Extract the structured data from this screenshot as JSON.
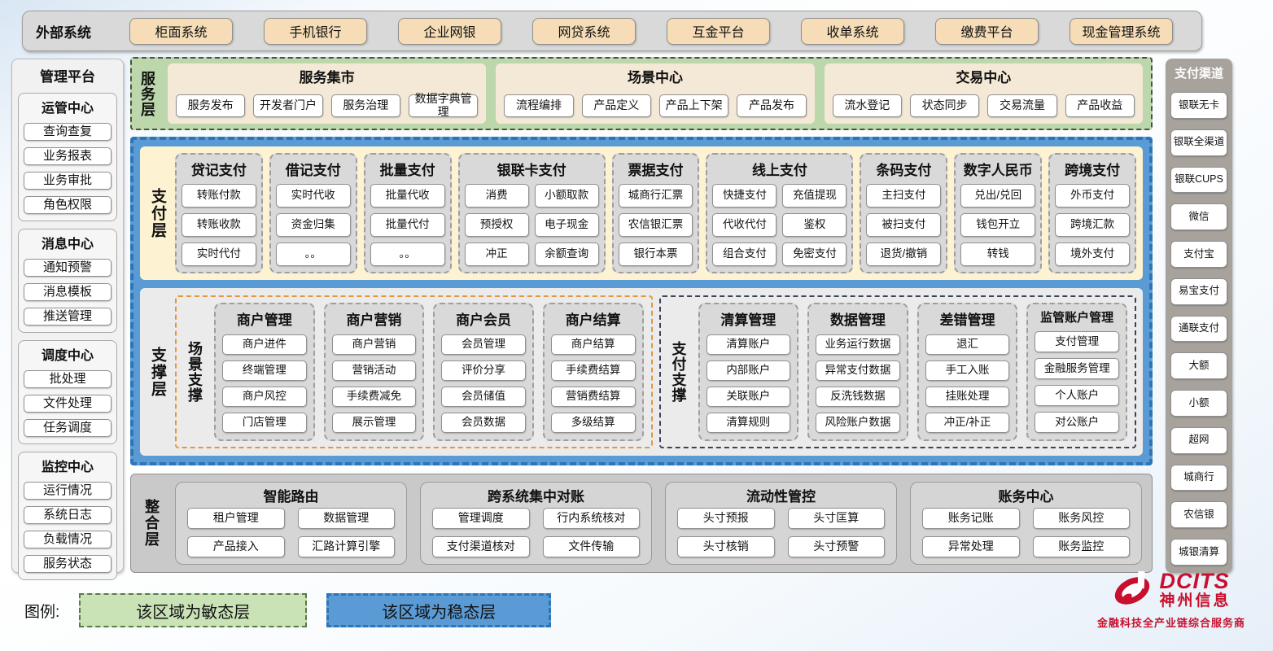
{
  "colors": {
    "agile_green": "#bcd7ab",
    "panel_tan": "#f4e8d6",
    "button_tan": "#f6ddb7",
    "stable_blue": "#5b9bd5",
    "stable_border": "#2e75b6",
    "payment_cream": "#fdf3d2",
    "panel_gray": "#d9d9d9",
    "scene_orange": "#e2973d",
    "paysup_navy": "#39435e",
    "brand_red": "#c8102e"
  },
  "external": {
    "label": "外部系统",
    "systems": [
      "柜面系统",
      "手机银行",
      "企业网银",
      "网贷系统",
      "互金平台",
      "收单系统",
      "缴费平台",
      "现金管理系统"
    ]
  },
  "management": {
    "title": "管理平台",
    "groups": [
      {
        "title": "运管中心",
        "items": [
          "查询查复",
          "业务报表",
          "业务审批",
          "角色权限"
        ]
      },
      {
        "title": "消息中心",
        "items": [
          "通知预警",
          "消息模板",
          "推送管理"
        ]
      },
      {
        "title": "调度中心",
        "items": [
          "批处理",
          "文件处理",
          "任务调度"
        ]
      },
      {
        "title": "监控中心",
        "items": [
          "运行情况",
          "系统日志",
          "负载情况",
          "服务状态"
        ]
      }
    ]
  },
  "service_layer": {
    "label": "服务层",
    "panels": [
      {
        "title": "服务集市",
        "items": [
          "服务发布",
          "开发者门户",
          "服务治理",
          "数据字典管理"
        ]
      },
      {
        "title": "场景中心",
        "items": [
          "流程编排",
          "产品定义",
          "产品上下架",
          "产品发布"
        ]
      },
      {
        "title": "交易中心",
        "items": [
          "流水登记",
          "状态同步",
          "交易流量",
          "产品收益"
        ]
      }
    ]
  },
  "payment_layer": {
    "label": "支付层",
    "columns": [
      {
        "title": "贷记支付",
        "items": [
          "转账付款",
          "转账收款",
          "实时代付"
        ]
      },
      {
        "title": "借记支付",
        "items": [
          "实时代收",
          "资金归集",
          "。。"
        ]
      },
      {
        "title": "批量支付",
        "items": [
          "批量代收",
          "批量代付",
          "。。"
        ]
      },
      {
        "title": "银联卡支付",
        "items": [
          "消费",
          "小额取款",
          "预授权",
          "电子现金",
          "冲正",
          "余额查询"
        ]
      },
      {
        "title": "票据支付",
        "items": [
          "城商行汇票",
          "农信银汇票",
          "银行本票"
        ]
      },
      {
        "title": "线上支付",
        "items": [
          "快捷支付",
          "充值提现",
          "代收代付",
          "鉴权",
          "组合支付",
          "免密支付"
        ]
      },
      {
        "title": "条码支付",
        "items": [
          "主扫支付",
          "被扫支付",
          "退货/撤销"
        ]
      },
      {
        "title": "数字人民币",
        "items": [
          "兑出/兑回",
          "钱包开立",
          "转钱"
        ]
      },
      {
        "title": "跨境支付",
        "items": [
          "外币支付",
          "跨境汇款",
          "境外支付"
        ]
      }
    ]
  },
  "support_layer": {
    "label": "支撑层",
    "groups": [
      {
        "label": "场景支撑",
        "panels": [
          {
            "title": "商户管理",
            "items": [
              "商户进件",
              "终端管理",
              "商户风控",
              "门店管理"
            ]
          },
          {
            "title": "商户营销",
            "items": [
              "商户营销",
              "营销活动",
              "手续费减免",
              "展示管理"
            ]
          },
          {
            "title": "商户会员",
            "items": [
              "会员管理",
              "评价分享",
              "会员储值",
              "会员数据"
            ]
          },
          {
            "title": "商户结算",
            "items": [
              "商户结算",
              "手续费结算",
              "营销费结算",
              "多级结算"
            ]
          }
        ]
      },
      {
        "label": "支付支撑",
        "panels": [
          {
            "title": "清算管理",
            "items": [
              "清算账户",
              "内部账户",
              "关联账户",
              "清算规则"
            ]
          },
          {
            "title": "数据管理",
            "items": [
              "业务运行数据",
              "异常支付数据",
              "反洗钱数据",
              "风险账户数据"
            ]
          },
          {
            "title": "差错管理",
            "items": [
              "退汇",
              "手工入账",
              "挂账处理",
              "冲正/补正"
            ]
          },
          {
            "title": "监管账户管理",
            "items": [
              "支付管理",
              "金融服务管理",
              "个人账户",
              "对公账户"
            ]
          }
        ]
      }
    ]
  },
  "integration_layer": {
    "label": "整合层",
    "panels": [
      {
        "title": "智能路由",
        "items": [
          "租户管理",
          "数据管理",
          "产品接入",
          "汇路计算引擎"
        ]
      },
      {
        "title": "跨系统集中对账",
        "items": [
          "管理调度",
          "行内系统核对",
          "支付渠道核对",
          "文件传输"
        ]
      },
      {
        "title": "流动性管控",
        "items": [
          "头寸预报",
          "头寸匡算",
          "头寸核销",
          "头寸预警"
        ]
      },
      {
        "title": "账务中心",
        "items": [
          "账务记账",
          "账务风控",
          "异常处理",
          "账务监控"
        ]
      }
    ]
  },
  "channels": {
    "title": "支付渠道",
    "items": [
      "银联无卡",
      "银联全渠道",
      "银联CUPS",
      "微信",
      "支付宝",
      "易宝支付",
      "通联支付",
      "大额",
      "小额",
      "超网",
      "城商行",
      "农信银",
      "城银清算"
    ]
  },
  "legend": {
    "label": "图例:",
    "agile": "该区域为敏态层",
    "stable": "该区域为稳态层"
  },
  "logo": {
    "brand": "DCITS",
    "company": "神州信息",
    "tagline": "金融科技全产业链综合服务商"
  }
}
